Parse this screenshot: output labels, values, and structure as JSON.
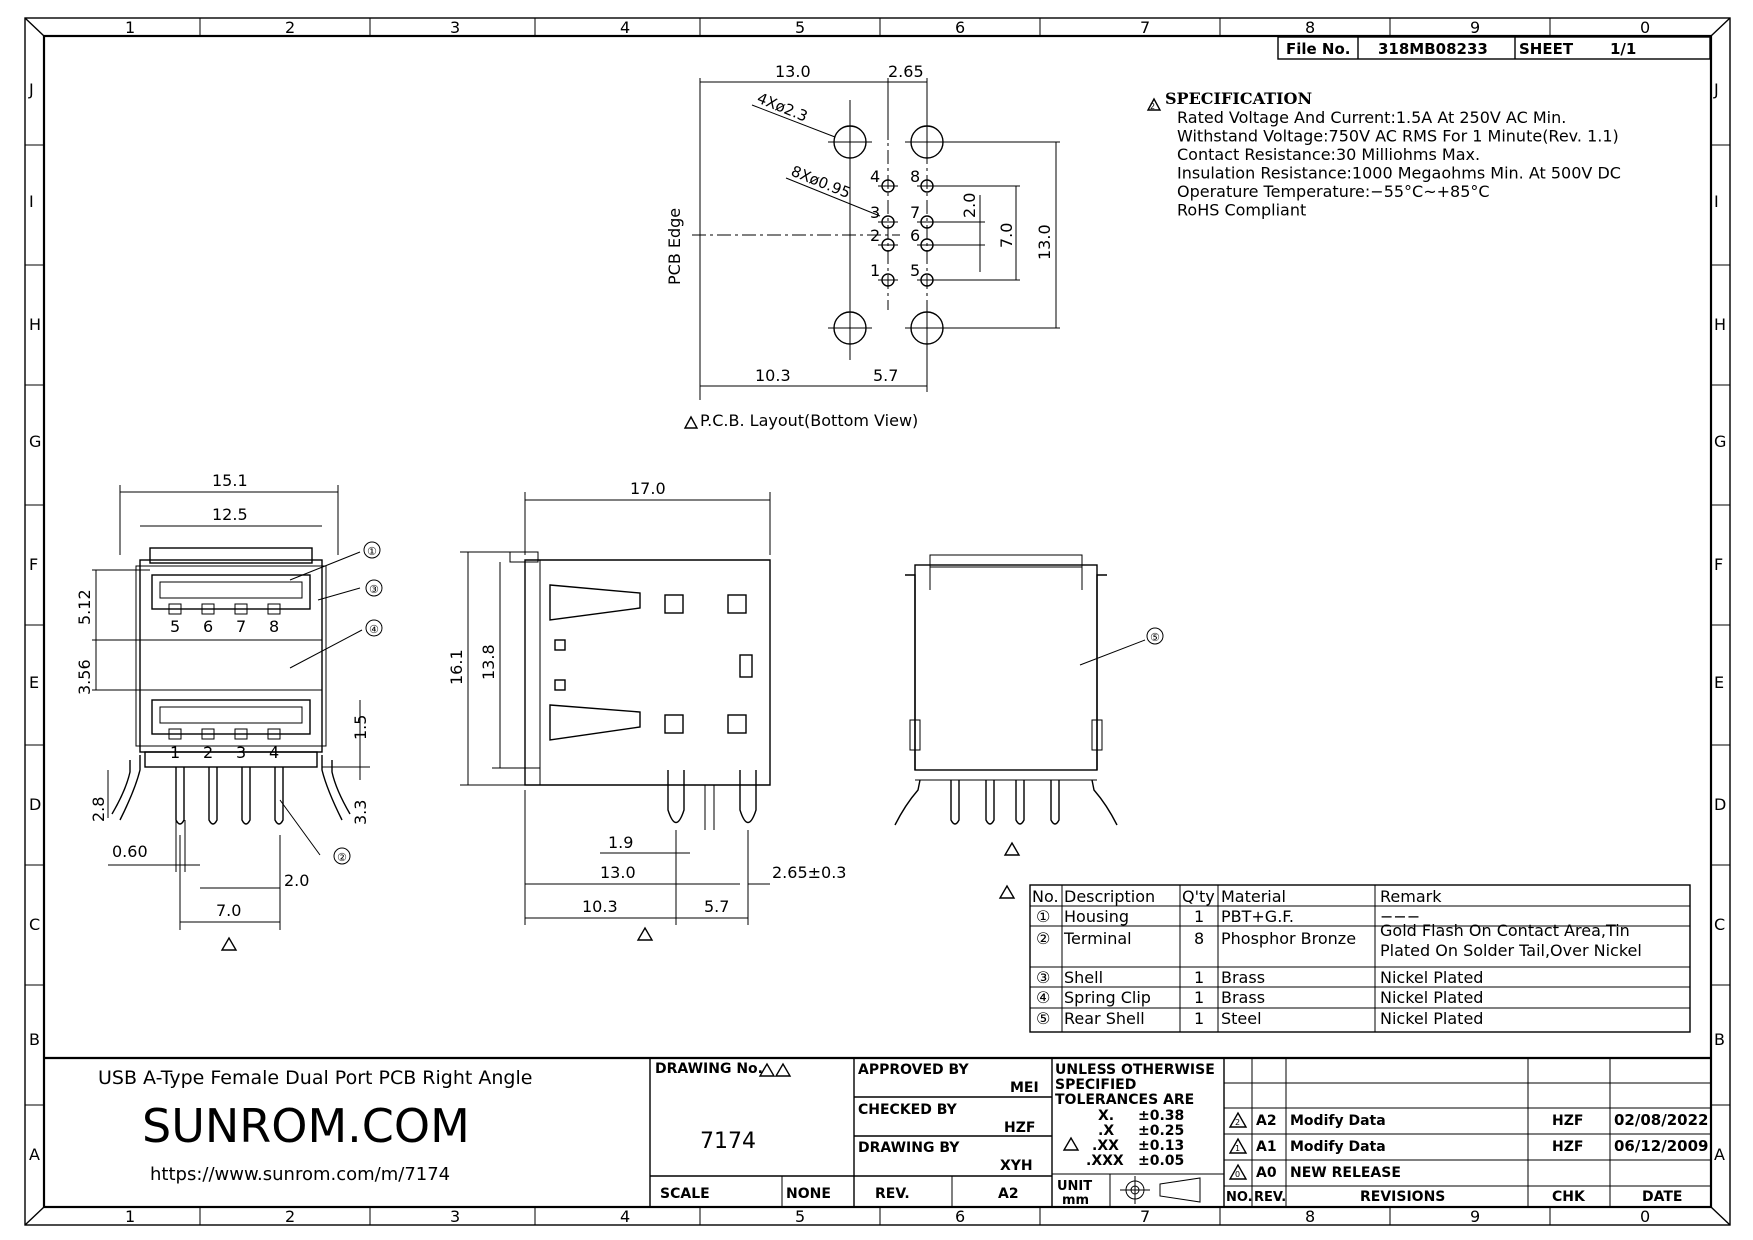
{
  "border": {
    "col_labels": [
      "1",
      "2",
      "3",
      "4",
      "5",
      "6",
      "7",
      "8",
      "9",
      "0"
    ],
    "row_labels": [
      "J",
      "I",
      "H",
      "G",
      "F",
      "E",
      "D",
      "C",
      "B",
      "A"
    ]
  },
  "file_box": {
    "file_label": "File No.",
    "file_no": "318MB08233",
    "sheet_label": "SHEET",
    "sheet_value": "1/1"
  },
  "specification": {
    "title": "SPECIFICATION",
    "lines": [
      "Rated Voltage And Current:1.5A At 250V AC Min.",
      "Withstand Voltage:750V AC RMS For 1 Minute(Rev. 1.1)",
      "Contact Resistance:30 Milliohms Max.",
      "Insulation Resistance:1000 Megaohms Min. At 500V DC",
      "Operature Temperature:−55°C~+85°C",
      "RoHS Compliant"
    ]
  },
  "pcb_layout": {
    "caption": "P.C.B. Layout(Bottom View)",
    "edge_label": "PCB Edge",
    "dims": {
      "top_width": "13.0",
      "top_pitch": "2.65",
      "large_holes": "4Xø2.3",
      "small_holes": "8Xø0.95",
      "pitch_v": "2.0",
      "span_small": "7.0",
      "span_large": "13.0",
      "bottom_left": "10.3",
      "bottom_right": "5.7"
    },
    "pin_numbers": [
      "4",
      "8",
      "3",
      "7",
      "2",
      "6",
      "1",
      "5"
    ]
  },
  "front_view": {
    "dims": {
      "outer_width": "15.1",
      "inner_width": "12.5",
      "h1": "5.12",
      "h2": "3.56",
      "h3": "1.5",
      "h4": "2.8",
      "h5": "3.3",
      "pin_w": "0.60",
      "pin_pitch": "2.0",
      "pin_span": "7.0"
    },
    "top_pins": [
      "5",
      "6",
      "7",
      "8"
    ],
    "bottom_pins": [
      "1",
      "2",
      "3",
      "4"
    ],
    "callouts": [
      "①",
      "③",
      "④",
      "②"
    ]
  },
  "side_view": {
    "dims": {
      "length": "17.0",
      "h_total": "16.1",
      "h_body": "13.8",
      "d1": "1.9",
      "d2": "13.0",
      "d3": "2.65±0.3",
      "d4": "10.3",
      "d5": "5.7"
    }
  },
  "rear_view": {
    "callout": "⑤"
  },
  "parts_table": {
    "headers": [
      "No.",
      "Description",
      "Q'ty",
      "Material",
      "Remark"
    ],
    "rows": [
      {
        "no": "①",
        "desc": "Housing",
        "qty": "1",
        "mat": "PBT+G.F.",
        "rem1": "−−−",
        "rem2": ""
      },
      {
        "no": "②",
        "desc": "Terminal",
        "qty": "8",
        "mat": "Phosphor Bronze",
        "rem1": "Gold Flash On Contact Area,Tin",
        "rem2": "Plated On Solder Tail,Over Nickel"
      },
      {
        "no": "③",
        "desc": "Shell",
        "qty": "1",
        "mat": "Brass",
        "rem1": "Nickel Plated",
        "rem2": ""
      },
      {
        "no": "④",
        "desc": "Spring Clip",
        "qty": "1",
        "mat": "Brass",
        "rem1": "Nickel Plated",
        "rem2": ""
      },
      {
        "no": "⑤",
        "desc": "Rear Shell",
        "qty": "1",
        "mat": "Steel",
        "rem1": "Nickel Plated",
        "rem2": ""
      }
    ]
  },
  "title_block": {
    "product": "USB A-Type Female Dual Port PCB Right Angle",
    "brand": "SUNROM.COM",
    "url": "https://www.sunrom.com/m/7174",
    "drawing_no_label": "DRAWING No.",
    "drawing_no": "7174",
    "scale_label": "SCALE",
    "scale": "NONE",
    "approved_label": "APPROVED BY",
    "approved": "MEI",
    "checked_label": "CHECKED BY",
    "checked": "HZF",
    "drawn_label": "DRAWING BY",
    "drawn": "XYH",
    "rev_label": "REV.",
    "rev": "A2",
    "tol_title": [
      "UNLESS OTHERWISE",
      "SPECIFIED",
      "TOLERANCES ARE"
    ],
    "tol_rows": [
      {
        "k": "X.",
        "v": "±0.38"
      },
      {
        "k": ".X",
        "v": "±0.25"
      },
      {
        "k": ".XX",
        "v": "±0.13"
      },
      {
        "k": ".XXX",
        "v": "±0.05"
      }
    ],
    "unit_label": "UNIT",
    "unit": "mm"
  },
  "revisions": {
    "rows": [
      {
        "mark": "2",
        "rev": "A2",
        "desc": "Modify Data",
        "chk": "HZF",
        "date": "02/08/2022"
      },
      {
        "mark": "1",
        "rev": "A1",
        "desc": "Modify Data",
        "chk": "HZF",
        "date": "06/12/2009"
      },
      {
        "mark": "0",
        "rev": "A0",
        "desc": "NEW RELEASE",
        "chk": "",
        "date": ""
      }
    ],
    "headers": {
      "no": "NO.",
      "rev": "REV.",
      "revisions": "REVISIONS",
      "chk": "CHK",
      "date": "DATE"
    }
  },
  "rev_marker": "2"
}
